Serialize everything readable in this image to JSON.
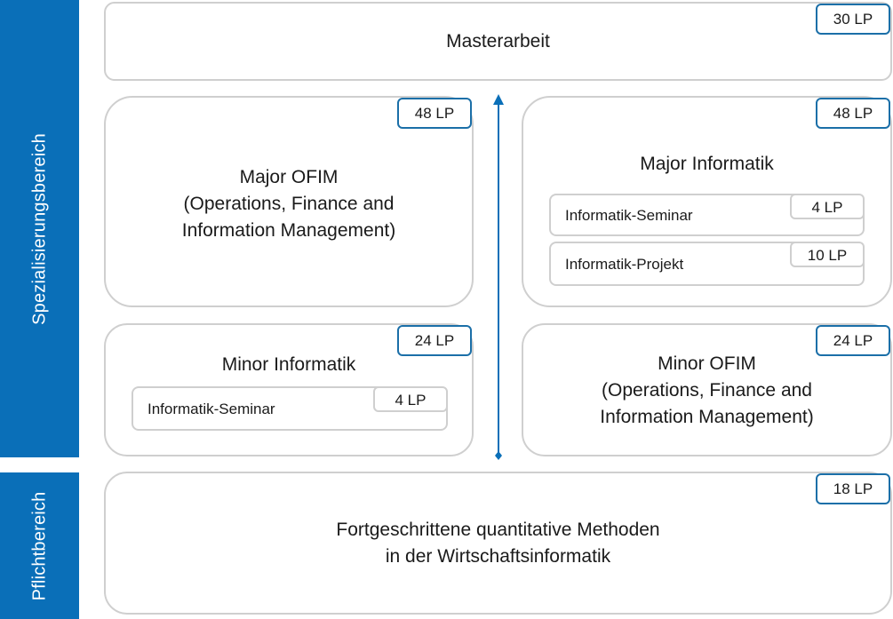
{
  "sidebar": {
    "upper_label": "Spezialisierungsbereich",
    "lower_label": "Pflichtbereich"
  },
  "masterarbeit": {
    "title": "Masterarbeit",
    "lp": "30 LP"
  },
  "major_ofim": {
    "title_lines": [
      "Major OFIM",
      "(Operations, Finance and",
      "Information Management)"
    ],
    "lp": "48 LP"
  },
  "major_informatik": {
    "title": "Major Informatik",
    "lp": "48 LP",
    "items": [
      {
        "label": "Informatik-Seminar",
        "lp": "4 LP"
      },
      {
        "label": "Informatik-Projekt",
        "lp": "10 LP"
      }
    ]
  },
  "minor_informatik": {
    "title": "Minor Informatik",
    "lp": "24 LP",
    "items": [
      {
        "label": "Informatik-Seminar",
        "lp": "4 LP"
      }
    ]
  },
  "minor_ofim": {
    "title_lines": [
      "Minor OFIM",
      "(Operations, Finance and",
      "Information Management)"
    ],
    "lp": "24 LP"
  },
  "methoden": {
    "title_lines": [
      "Fortgeschrittene quantitative Methoden",
      "in der Wirtschaftsinformatik"
    ],
    "lp": "18 LP"
  },
  "colors": {
    "sidebar": "#0a6fb8",
    "lp_border": "#1b6fa8",
    "box_border": "#cfcfcf",
    "arrow": "#0a6fb8"
  },
  "icons": {
    "arrow": "double-ended-vertical-arrow"
  }
}
